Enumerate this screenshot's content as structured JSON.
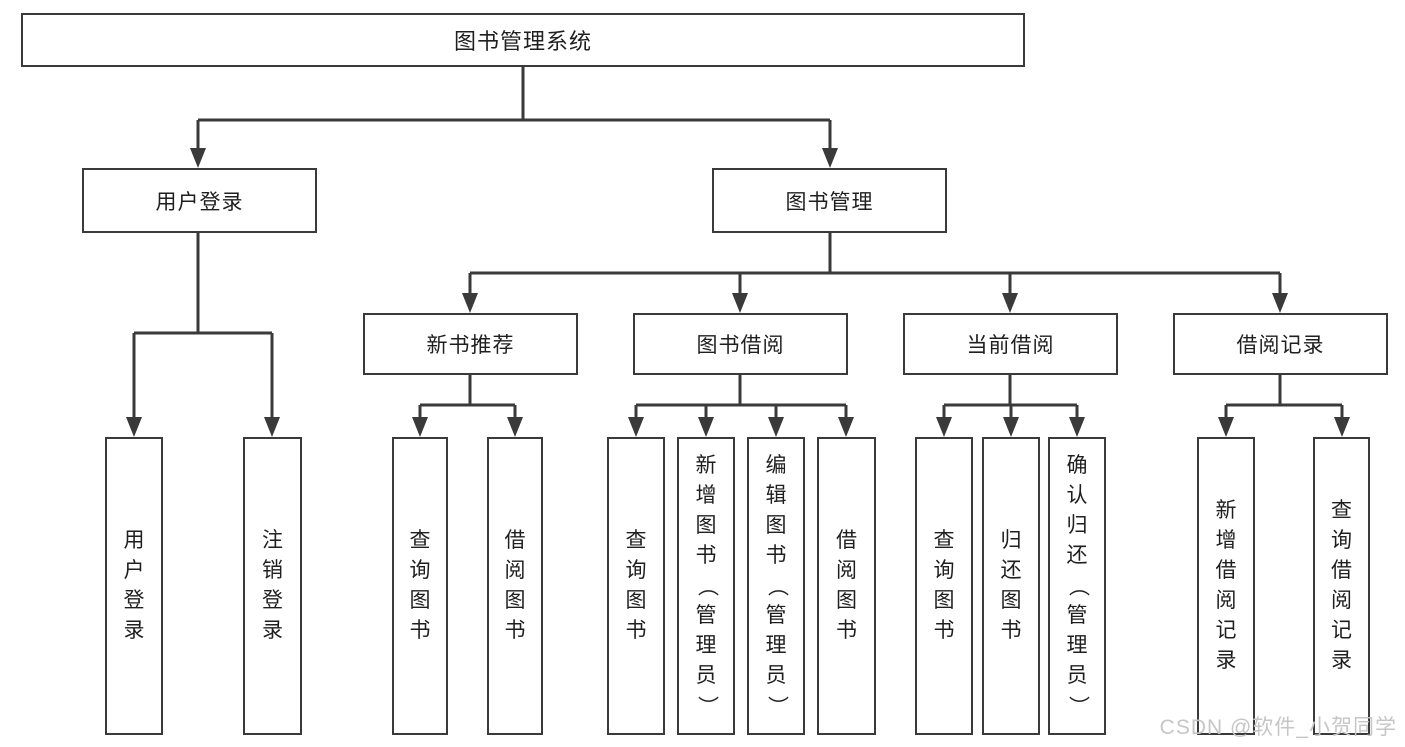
{
  "diagram": {
    "root_label": "图书管理系统",
    "level2": {
      "user_login": "用户登录",
      "book_management": "图书管理"
    },
    "level3": {
      "new_book_recommend": "新书推荐",
      "book_borrow": "图书借阅",
      "current_borrow": "当前借阅",
      "borrow_records": "借阅记录"
    },
    "leaves": {
      "login": "用户登录",
      "logout": "注销登录",
      "rec_query": "查询图书",
      "rec_borrow": "借阅图书",
      "bb_query": "查询图书",
      "bb_add": "新增图书（管理员）",
      "bb_edit": "编辑图书（管理员）",
      "bb_borrow": "借阅图书",
      "cb_query": "查询图书",
      "cb_return": "归还图书",
      "cb_confirm": "确认归还（管理员）",
      "br_add": "新增借阅记录",
      "br_query": "查询借阅记录"
    }
  },
  "watermark": "CSDN @软件_小贺同学",
  "colors": {
    "line": "#3a3a3a",
    "text": "#1f1f1f",
    "watermark": "#c6c6c6",
    "background": "#ffffff"
  }
}
